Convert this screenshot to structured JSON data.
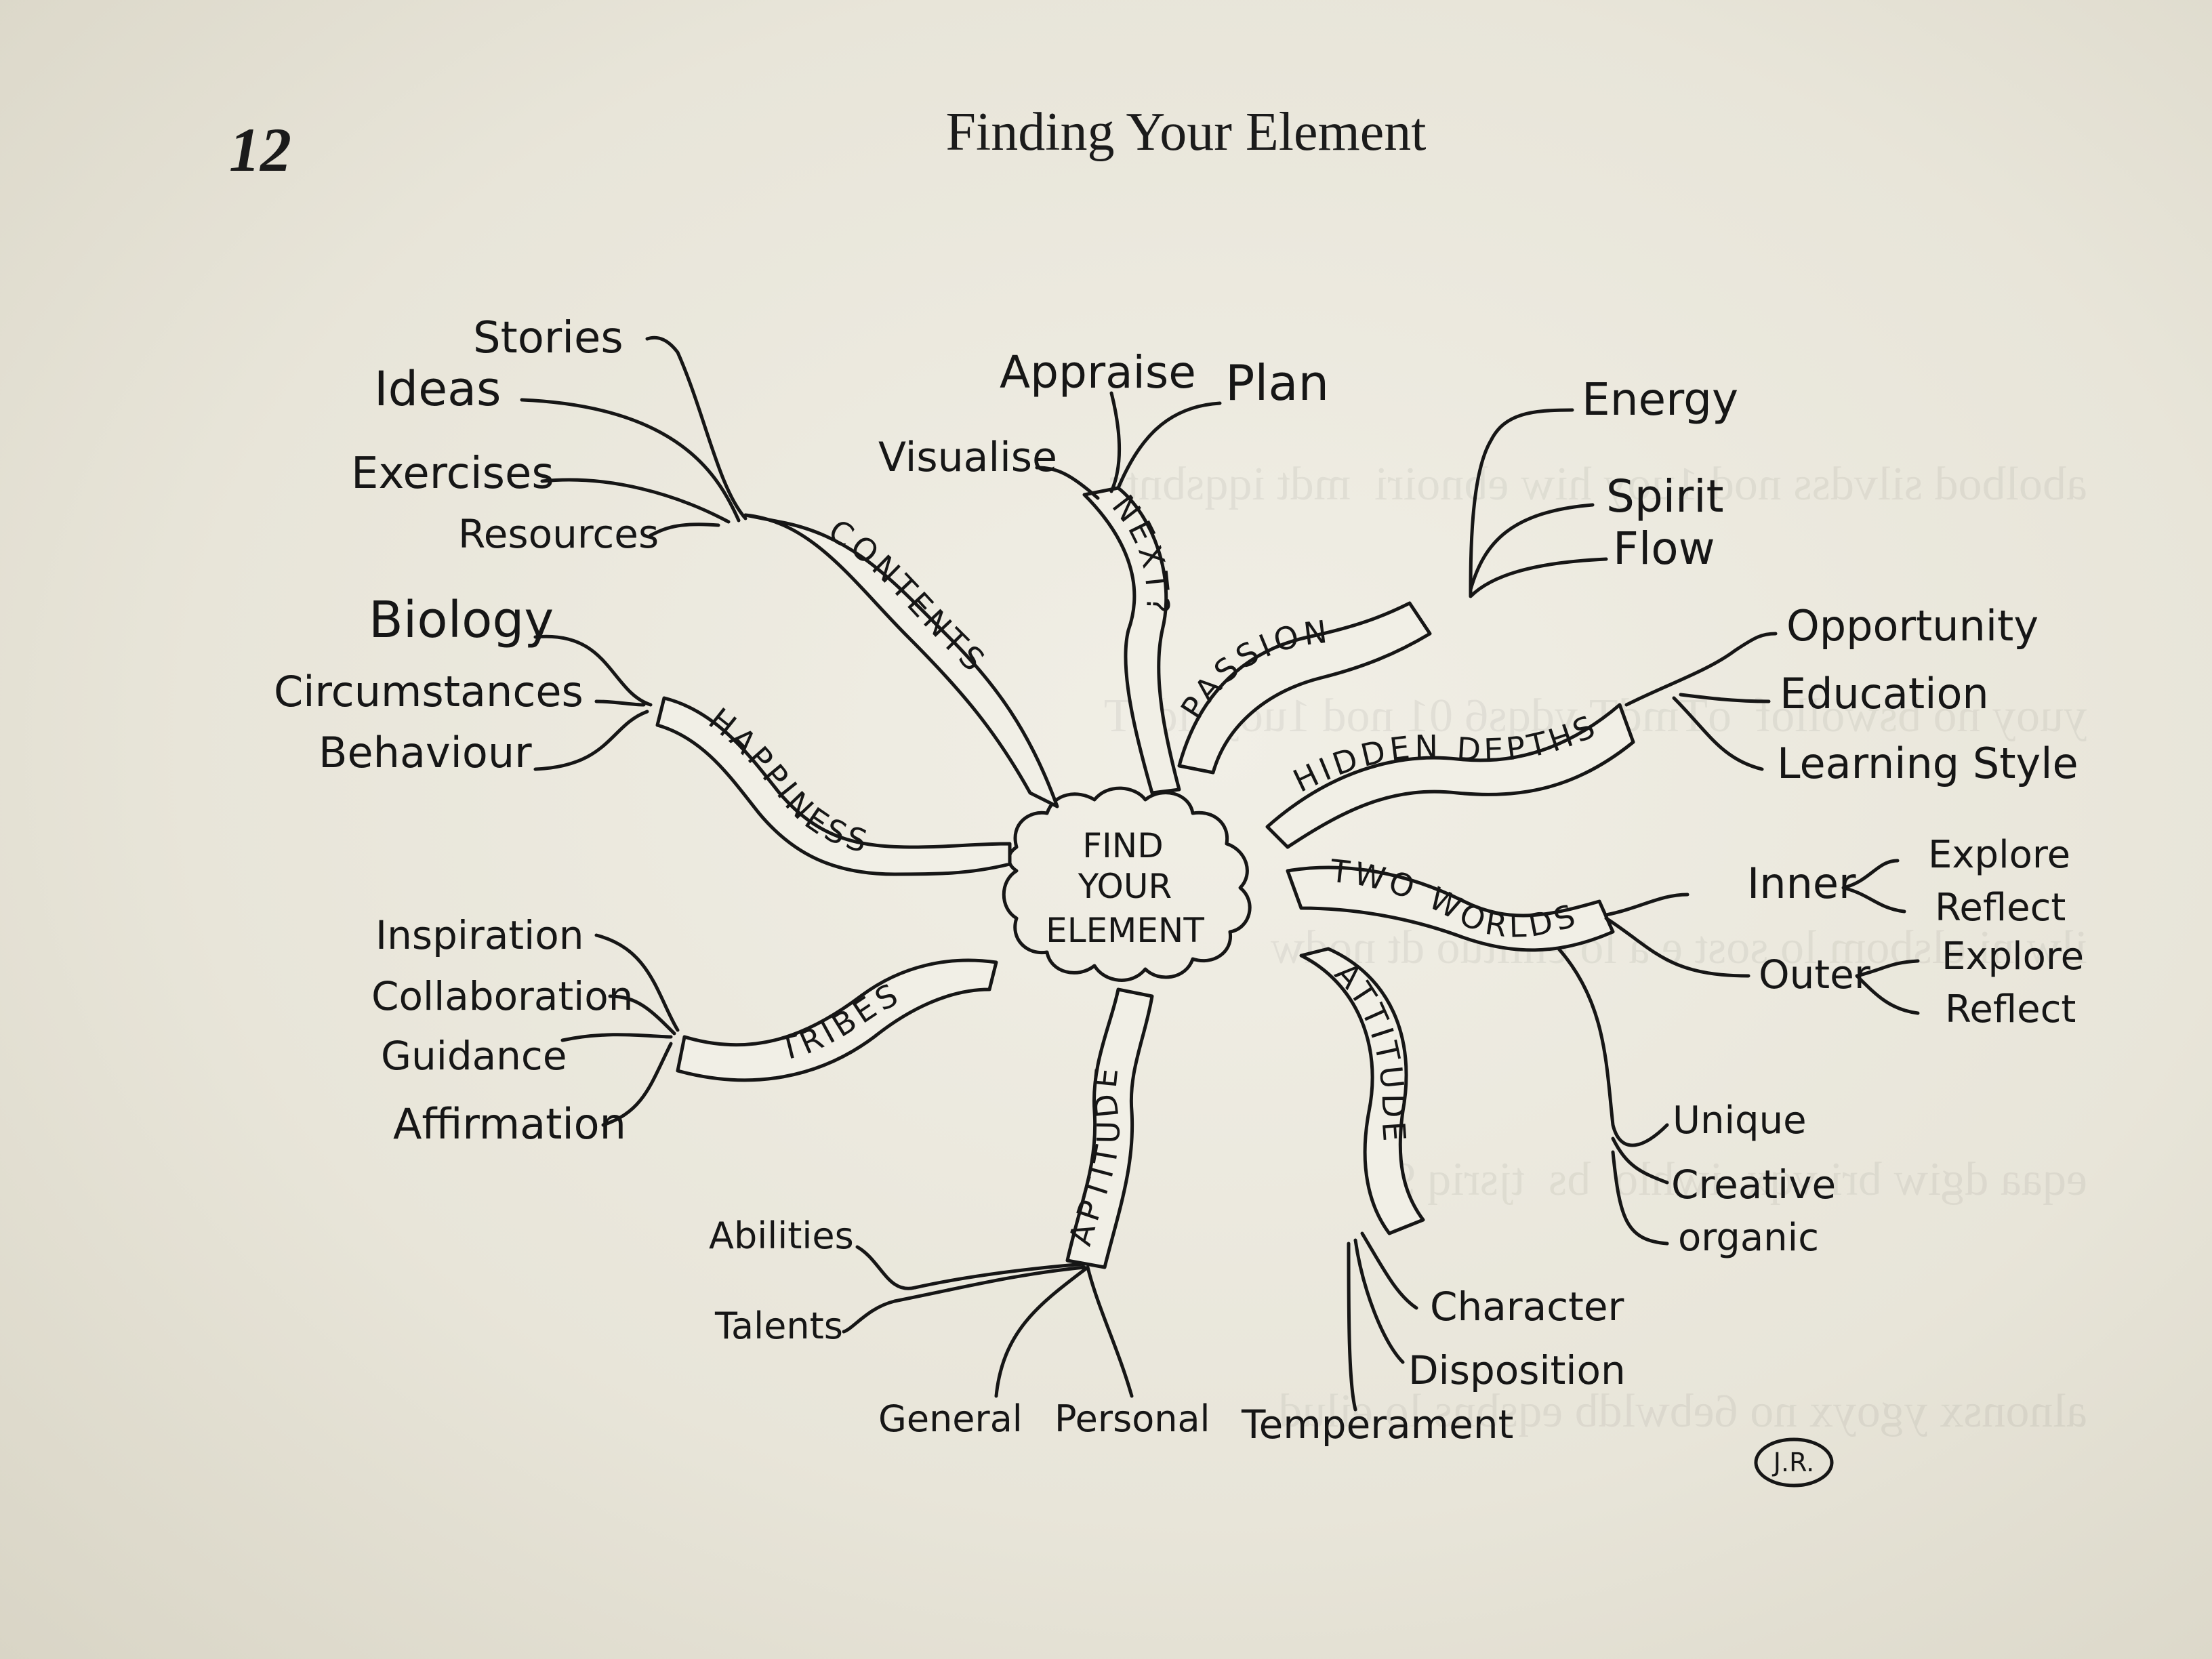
{
  "page": {
    "number": "12",
    "running_head": "Finding Your Element",
    "show_through_lines": [
      "abolbod silvdss nod 1uoy hiw ebnoiri  mdt iqqsbnts",
      "yuoy no bswollof  oTmdT ydqs6 01 nod 1uoy jidaT",
      "ilw ni elsbom lo sost e a lo eniltuo dt nodw",
      "eqaa dgiw bri vqx  iwhlo  bs  tjsriq 9d",
      "alnonsx ygoyx no 6ebwldb eqsbns lo eilud"
    ]
  },
  "mindmap": {
    "center": [
      "FIND",
      "YOUR",
      "ELEMENT"
    ],
    "branches": {
      "contents": {
        "label": "CONTENTS",
        "leaves": [
          "Stories",
          "Ideas",
          "Exercises",
          "Resources"
        ]
      },
      "next": {
        "label": "NEXT?",
        "leaves": [
          "Appraise",
          "Plan",
          "Visualise"
        ]
      },
      "passion": {
        "label": "PASSION",
        "leaves": [
          "Energy",
          "Spirit",
          "Flow"
        ]
      },
      "hidden_depths": {
        "label": "HIDDEN DEPTHS",
        "leaves": [
          "Opportunity",
          "Education",
          "Learning Style"
        ]
      },
      "two_worlds": {
        "label": "TWO WORLDS",
        "inner": {
          "label": "Inner",
          "leaves": [
            "Explore",
            "Reflect"
          ]
        },
        "outer": {
          "label": "Outer",
          "leaves": [
            "Explore",
            "Reflect"
          ]
        },
        "leaves": [
          "Unique",
          "Creative",
          "organic"
        ]
      },
      "attitude": {
        "label": "ATTITUDE",
        "leaves": [
          "Character",
          "Disposition",
          "Temperament"
        ]
      },
      "aptitude": {
        "label": "APTITUDE",
        "leaves": [
          "Abilities",
          "Talents",
          "General",
          "Personal"
        ]
      },
      "tribes": {
        "label": "TRIBES",
        "leaves": [
          "Inspiration",
          "Collaboration",
          "Guidance",
          "Affirmation"
        ]
      },
      "happiness": {
        "label": "HAPPINESS",
        "leaves": [
          "Biology",
          "Circumstances",
          "Behaviour"
        ]
      }
    },
    "signature": "J.R."
  }
}
